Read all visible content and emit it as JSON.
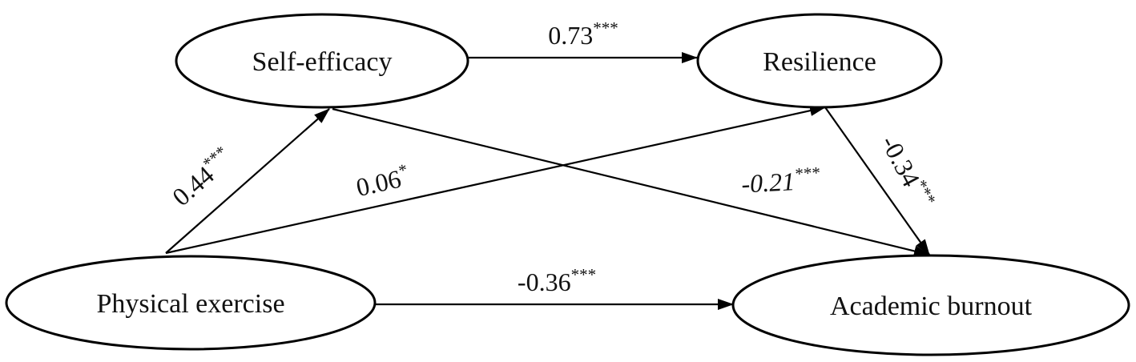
{
  "nodes": {
    "self_efficacy": "Self-efficacy",
    "resilience": "Resilience",
    "physical_exercise": "Physical exercise",
    "academic_burnout": "Academic burnout"
  },
  "edges": [
    {
      "id": "se_to_res",
      "from": "self_efficacy",
      "to": "resilience",
      "coef": "0.73",
      "sig": "***"
    },
    {
      "id": "pe_to_se",
      "from": "physical_exercise",
      "to": "self_efficacy",
      "coef": "0.44",
      "sig": "***"
    },
    {
      "id": "pe_to_res",
      "from": "physical_exercise",
      "to": "resilience",
      "coef": "0.06",
      "sig": "*"
    },
    {
      "id": "se_to_ab",
      "from": "self_efficacy",
      "to": "academic_burnout",
      "coef": "-0.21",
      "sig": "***"
    },
    {
      "id": "res_to_ab",
      "from": "resilience",
      "to": "academic_burnout",
      "coef": "-0.34",
      "sig": "***"
    },
    {
      "id": "pe_to_ab",
      "from": "physical_exercise",
      "to": "academic_burnout",
      "coef": "-0.36",
      "sig": "***"
    }
  ],
  "colors": {
    "stroke": "#000000",
    "text": "#111111",
    "background": "#ffffff"
  }
}
